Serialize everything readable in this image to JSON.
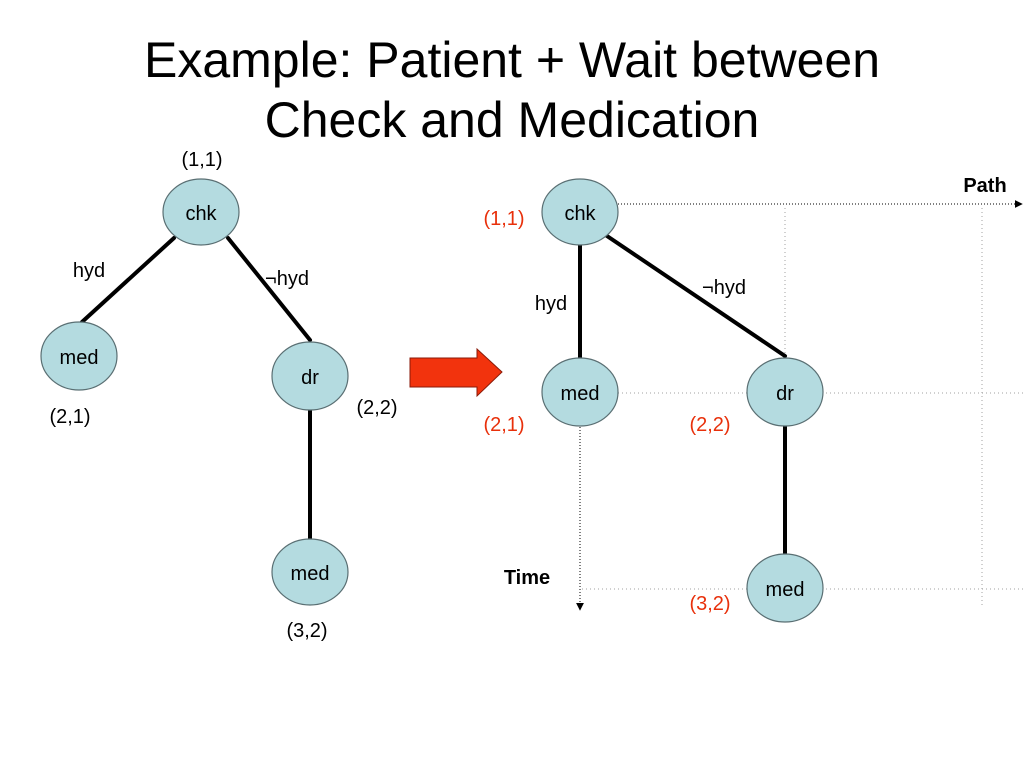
{
  "slide": {
    "title_line1": "Example: Patient + Wait between",
    "title_line2": "Check and Medication"
  },
  "colors": {
    "node_fill": "#b4dbe0",
    "node_stroke": "#5a6f73",
    "edge": "#000000",
    "highlight_text": "#e8300b",
    "arrow_fill": "#f2330d",
    "grid": "#a0a0a0"
  },
  "left_tree": {
    "nodes": {
      "chk": {
        "label": "chk",
        "coord": "(1,1)"
      },
      "med1": {
        "label": "med",
        "coord": "(2,1)"
      },
      "dr": {
        "label": "dr",
        "coord": "(2,2)"
      },
      "med2": {
        "label": "med",
        "coord": "(3,2)"
      }
    },
    "edges": {
      "hyd": "hyd",
      "not_hyd": "¬hyd"
    }
  },
  "right_tree": {
    "nodes": {
      "chk": {
        "label": "chk",
        "coord": "(1,1)"
      },
      "med1": {
        "label": "med",
        "coord": "(2,1)"
      },
      "dr": {
        "label": "dr",
        "coord": "(2,2)"
      },
      "med2": {
        "label": "med",
        "coord": "(3,2)"
      }
    },
    "edges": {
      "hyd": "hyd",
      "not_hyd": "¬hyd"
    },
    "axes": {
      "path_label": "Path",
      "time_label": "Time"
    }
  }
}
